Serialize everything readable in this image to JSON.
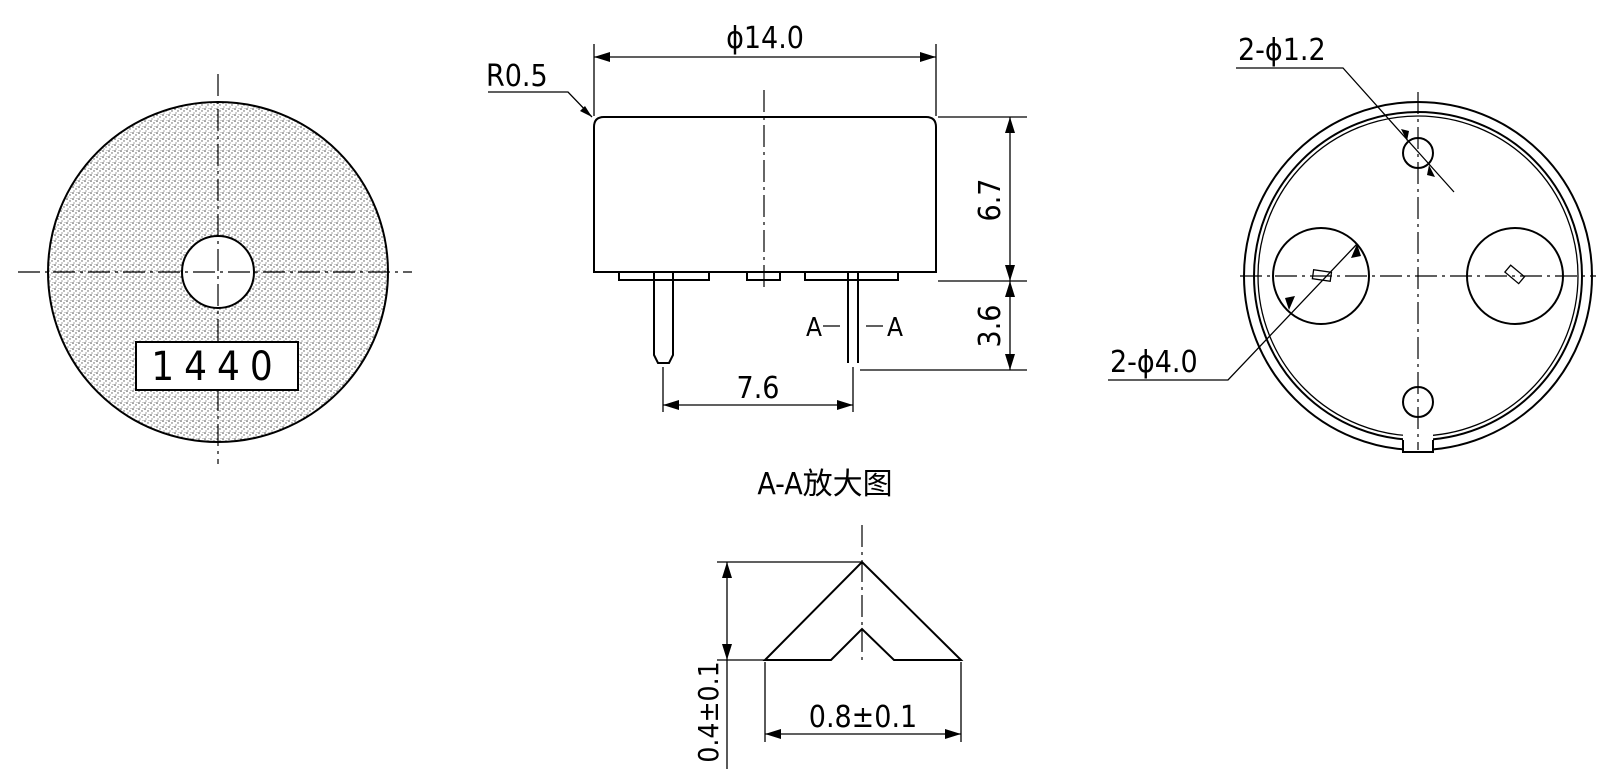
{
  "front_view": {
    "marking": "1440"
  },
  "side_view": {
    "diameter_label": "ϕ14.0",
    "radius_label": "R0.5",
    "body_height_label": "6.7",
    "pin_length_label": "3.6",
    "pin_pitch_label": "7.6",
    "section_mark_left": "A",
    "section_mark_right": "A"
  },
  "bottom_view": {
    "small_holes_label": "2-ϕ1.2",
    "large_holes_label": "2-ϕ4.0"
  },
  "detail_view": {
    "title": "A-A放大图",
    "height_label": "0.4±0.1",
    "width_label": "0.8±0.1"
  }
}
